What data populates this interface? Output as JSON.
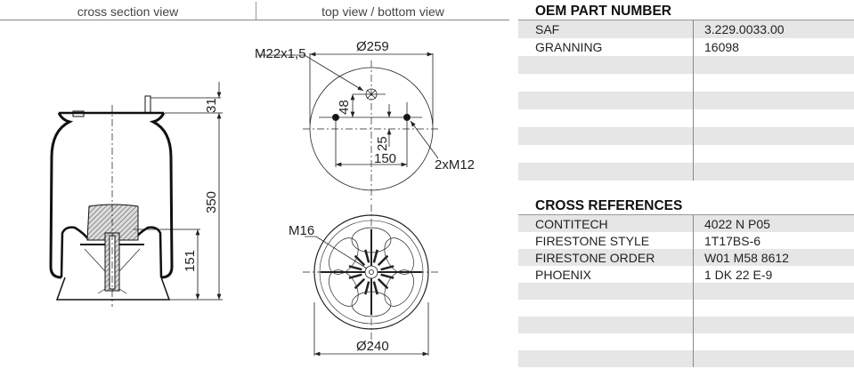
{
  "headers": {
    "left": "cross section view",
    "right": "top view / bottom view"
  },
  "dimensions": {
    "cross": {
      "top": "31",
      "height": "350",
      "piston": "151"
    },
    "top_view": {
      "diameter": "Ø259",
      "air_fitting": "M22x1,5",
      "offset": "48",
      "center_offset": "25",
      "stud_spacing": "150",
      "studs": "2xM12"
    },
    "bottom_view": {
      "thread": "M16",
      "diameter": "Ø240"
    }
  },
  "oem": {
    "title": "OEM PART NUMBER",
    "rows": [
      {
        "k": "SAF",
        "v": "3.229.0033.00"
      },
      {
        "k": "GRANNING",
        "v": "16098"
      },
      {
        "k": "",
        "v": ""
      },
      {
        "k": "",
        "v": ""
      },
      {
        "k": "",
        "v": ""
      },
      {
        "k": "",
        "v": ""
      },
      {
        "k": "",
        "v": ""
      },
      {
        "k": "",
        "v": ""
      },
      {
        "k": "",
        "v": ""
      }
    ]
  },
  "xref": {
    "title": "CROSS REFERENCES",
    "rows": [
      {
        "k": "CONTITECH",
        "v": "4022 N P05"
      },
      {
        "k": "FIRESTONE STYLE",
        "v": "1T17BS-6"
      },
      {
        "k": "FIRESTONE ORDER",
        "v": "W01 M58 8612"
      },
      {
        "k": "PHOENIX",
        "v": "1 DK 22 E-9"
      },
      {
        "k": "",
        "v": ""
      },
      {
        "k": "",
        "v": ""
      },
      {
        "k": "",
        "v": ""
      },
      {
        "k": "",
        "v": ""
      },
      {
        "k": "",
        "v": ""
      }
    ]
  }
}
